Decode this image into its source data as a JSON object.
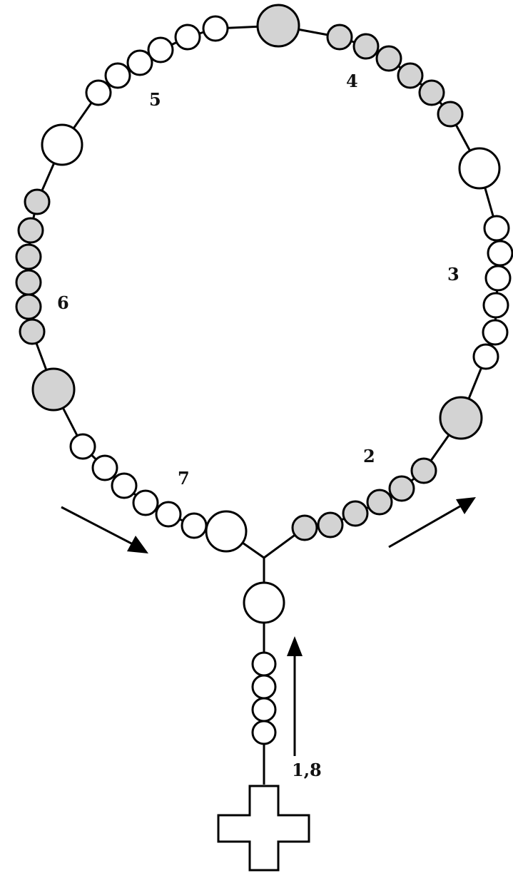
{
  "diagram": {
    "colors": {
      "line": "#000000",
      "bead_shaded": "#d3d3d3",
      "bead_plain": "#ffffff",
      "background": "#ffffff"
    },
    "section_labels": {
      "s1_8": "1,8",
      "s2": "2",
      "s3": "3",
      "s4": "4",
      "s5": "5",
      "s6": "6",
      "s7": "7"
    },
    "bead_counts": {
      "stem_small_plain": 4,
      "section2_shaded_small": 6,
      "section3_plain_small": 6,
      "section4_shaded_small": 6,
      "section5_plain_small": 6,
      "section6_shaded_small": 6,
      "section7_plain_small": 6,
      "large_beads_plain": 4,
      "large_beads_shaded": 3
    },
    "icons": [
      "cross-icon",
      "arrow-right-icon",
      "arrow-up-icon"
    ]
  }
}
